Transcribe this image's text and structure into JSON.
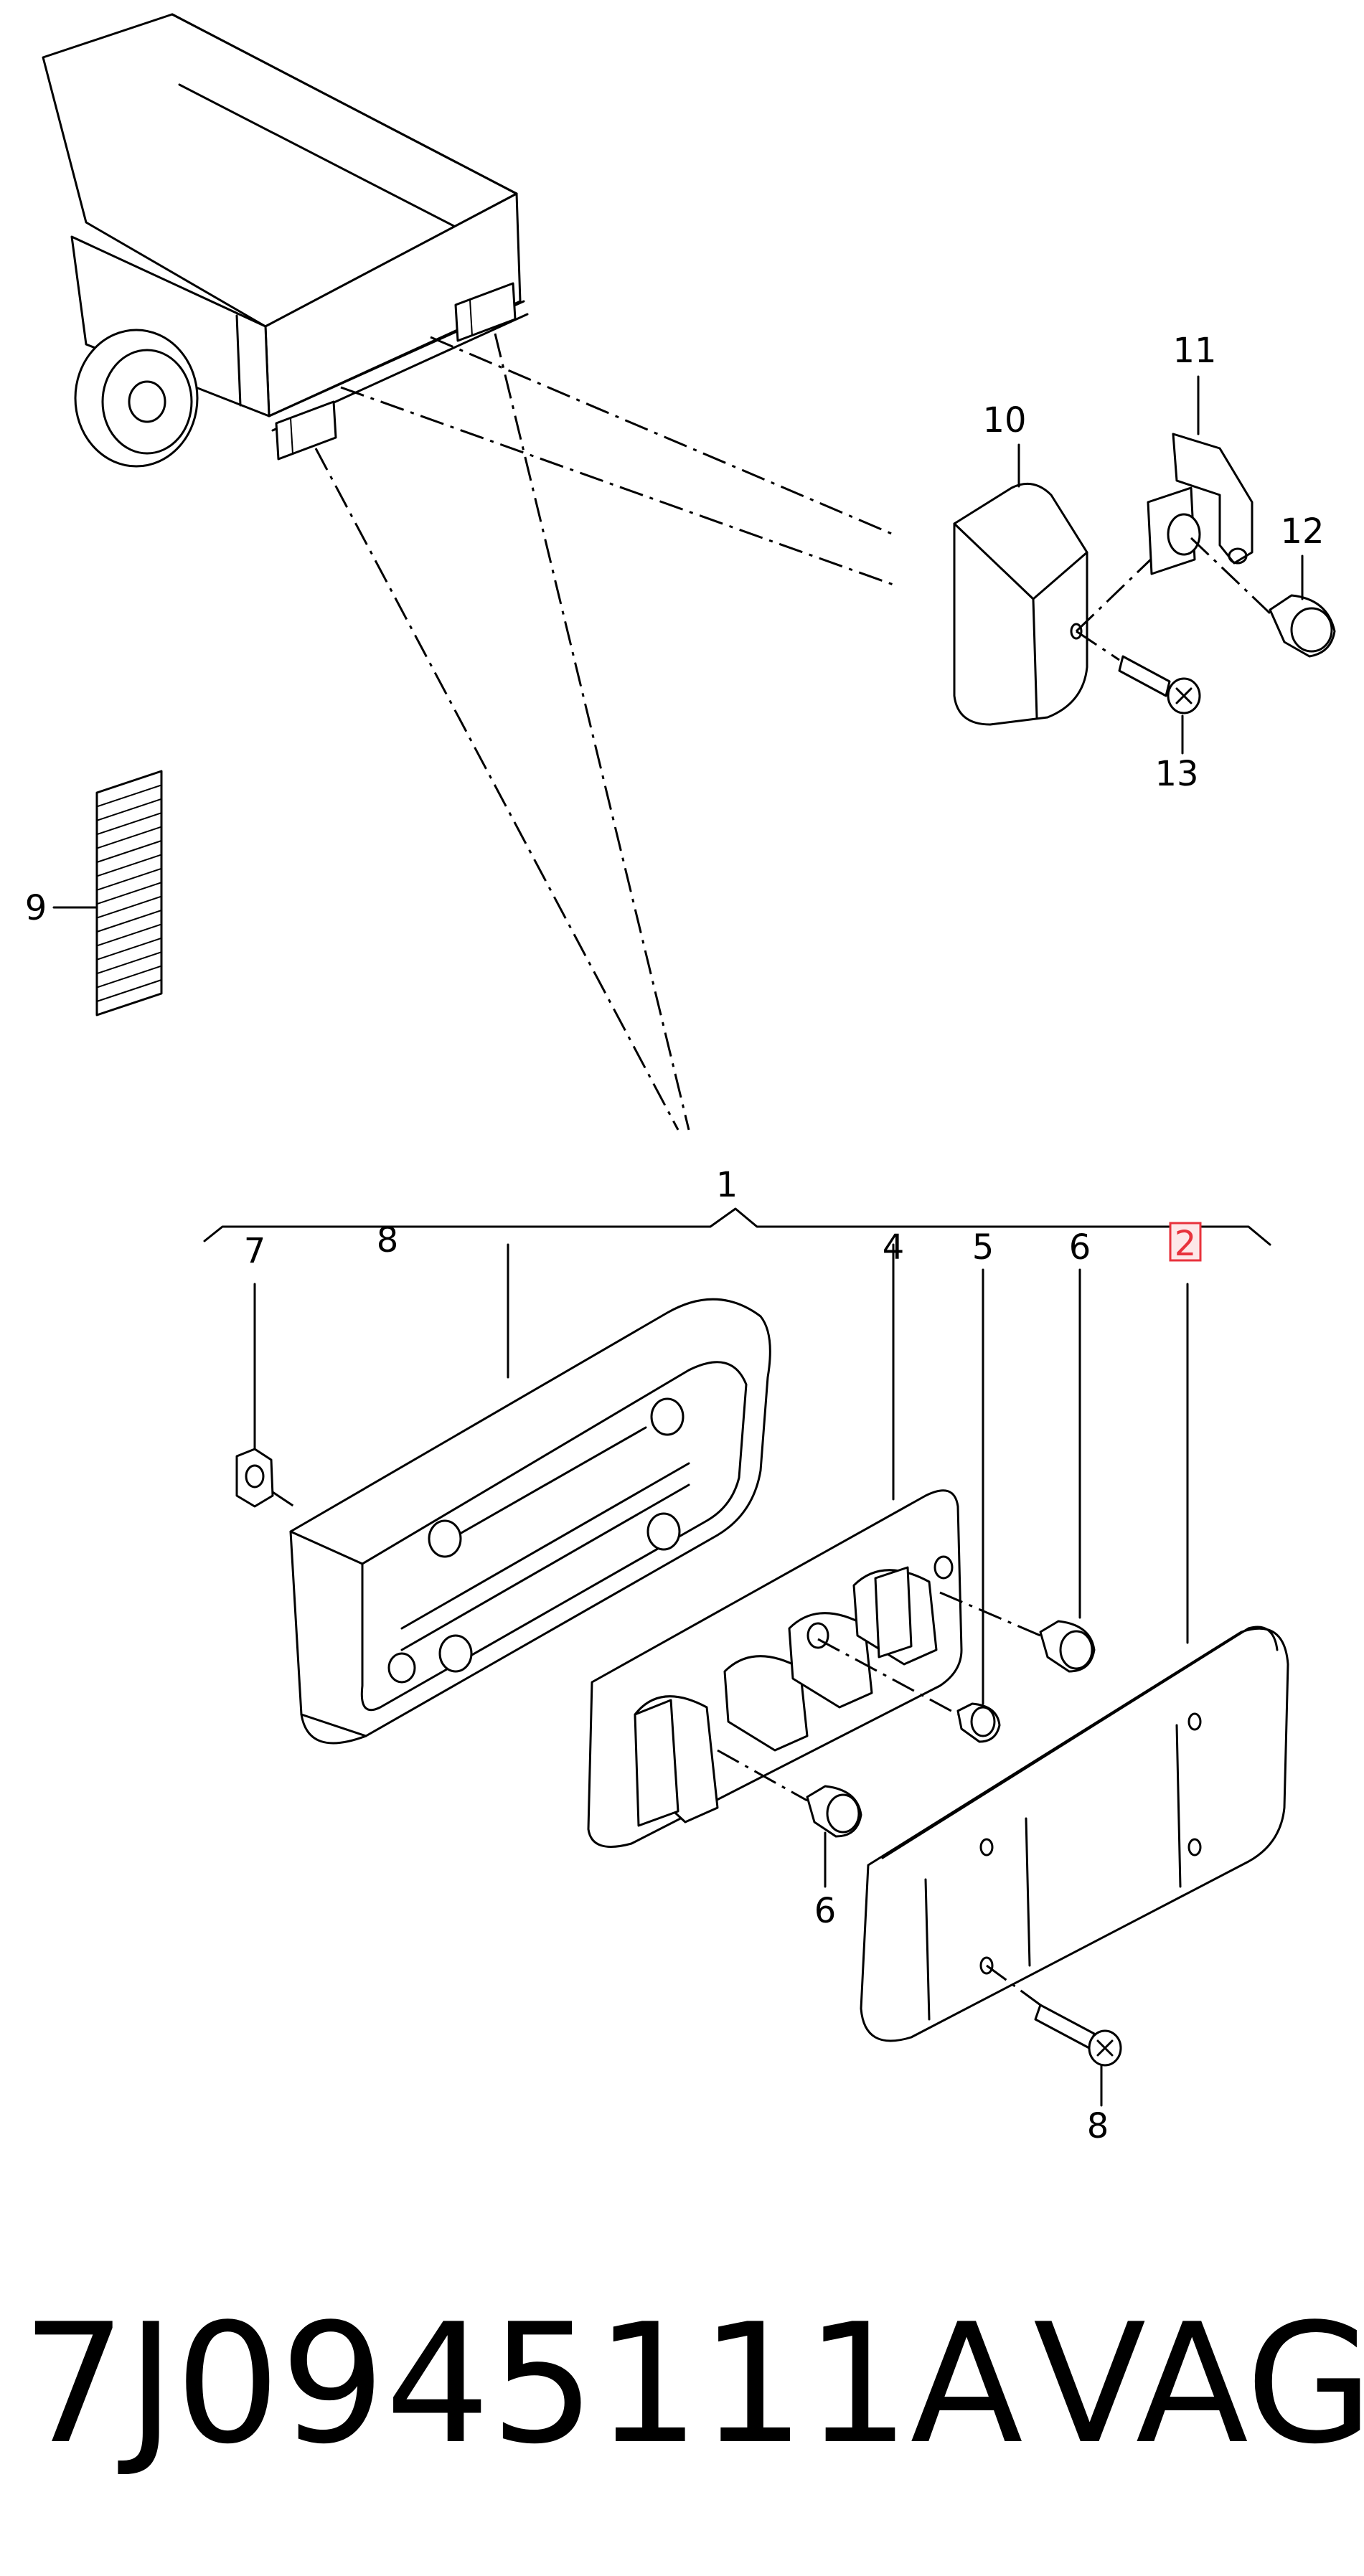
{
  "callouts": {
    "c1": "1",
    "c2": "2",
    "c4": "4",
    "c5": "5",
    "c6_top": "6",
    "c6_bottom": "6",
    "c7": "7",
    "c8_top": "8",
    "c8_bottom": "8",
    "c9": "9",
    "c10": "10",
    "c11": "11",
    "c12": "12",
    "c13": "13"
  },
  "highlight_color": "#e8323c",
  "footer": {
    "part_number": "7J0945111A",
    "brand": "VAG"
  }
}
